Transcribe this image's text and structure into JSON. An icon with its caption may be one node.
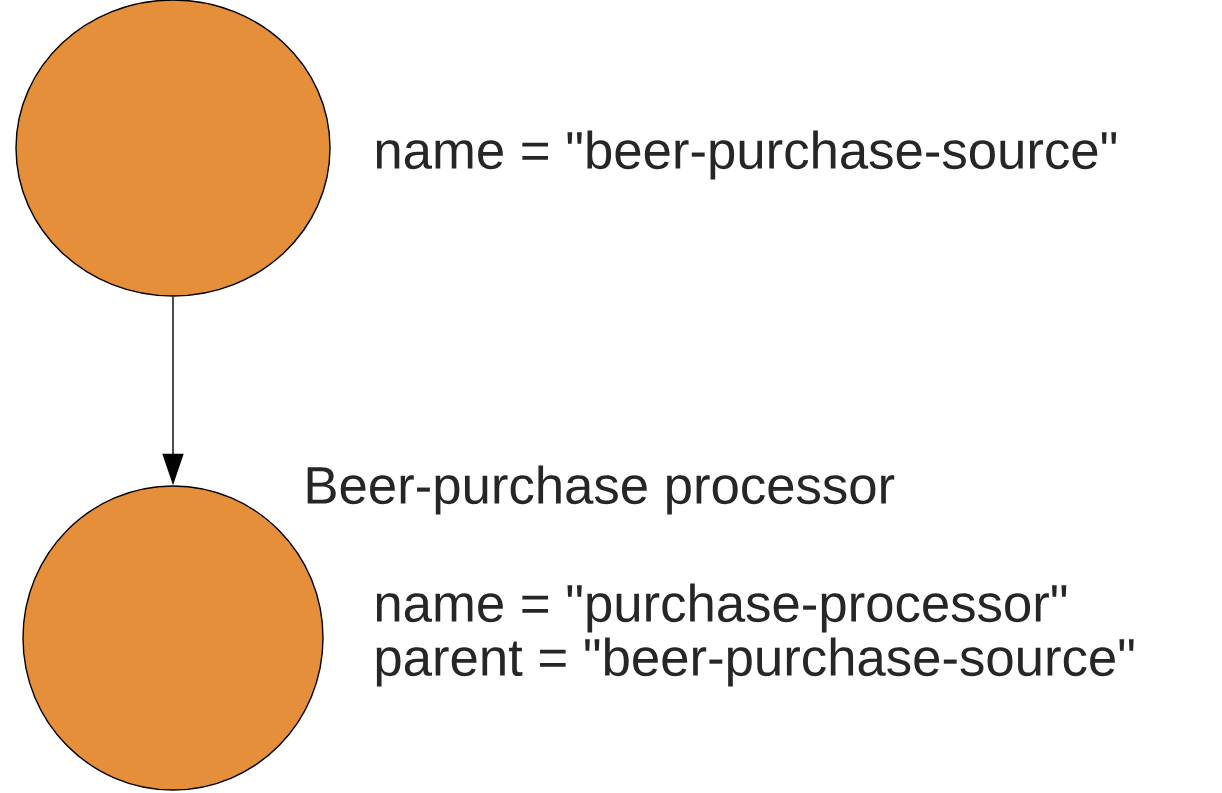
{
  "diagram": {
    "nodes": [
      {
        "text": [],
        "shape": "circle",
        "beside": [
          "name = \"beer-purchase-source\""
        ]
      },
      {
        "text": [],
        "shape": "circle",
        "beside": [
          "Beer-purchase processor",
          "name = \"purchase-processor\"",
          "parent = \"beer-purchase-source\""
        ]
      }
    ],
    "edges": [
      {
        "from": 0,
        "to": 1,
        "arrow": "to"
      }
    ]
  }
}
